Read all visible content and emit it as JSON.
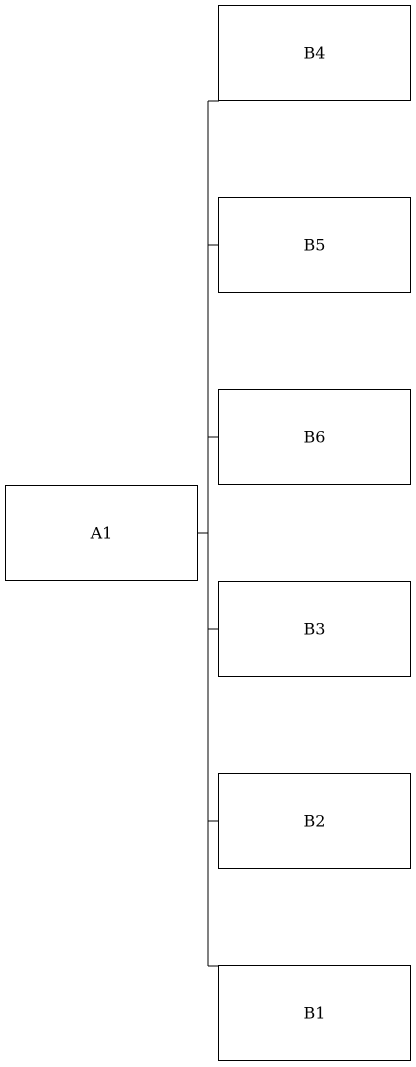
{
  "diagram": {
    "root": {
      "label": "A1"
    },
    "children": [
      {
        "label": "B4"
      },
      {
        "label": "B5"
      },
      {
        "label": "B6"
      },
      {
        "label": "B3"
      },
      {
        "label": "B2"
      },
      {
        "label": "B1"
      }
    ],
    "colors": {
      "line": "#000000",
      "box_fill": "#ffffff",
      "text": "#000000"
    }
  }
}
